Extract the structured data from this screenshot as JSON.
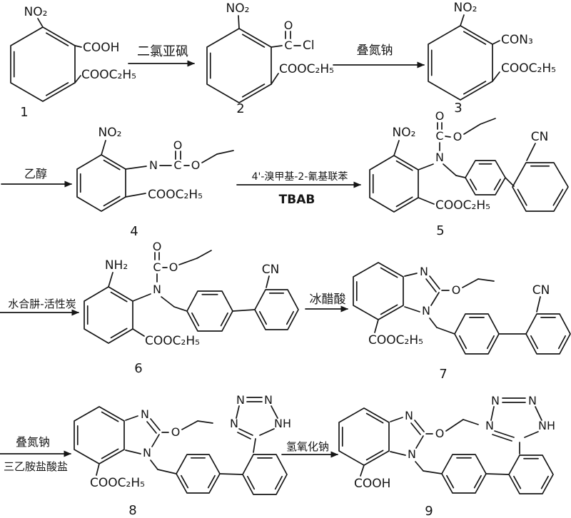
{
  "compounds": {
    "c1": {
      "no2": "NO₂",
      "cooh": "COOH",
      "ester": "COOC₂H₅",
      "num": "1"
    },
    "c2": {
      "no2": "NO₂",
      "c": "C",
      "o": "O",
      "cl": "Cl",
      "ester": "COOC₂H₅",
      "num": "2"
    },
    "c3": {
      "no2": "NO₂",
      "con3": "CON₃",
      "ester": "COOC₂H₅",
      "num": "3"
    },
    "c4": {
      "no2": "NO₂",
      "n": "N",
      "c": "C",
      "o_carbonyl": "O",
      "o_ester": "O",
      "ester": "COOC₂H₅",
      "num": "4"
    },
    "c5": {
      "no2": "NO₂",
      "n": "N",
      "c": "C",
      "o_carbonyl": "O",
      "o_ester": "O",
      "cn": "CN",
      "ester": "COOC₂H₅",
      "num": "5"
    },
    "c6": {
      "nh2": "NH₂",
      "n": "N",
      "c": "C",
      "o_carbonyl": "O",
      "o_ester": "O",
      "cn": "CN",
      "ester": "COOC₂H₅",
      "num": "6"
    },
    "c7": {
      "n_top": "N",
      "n_bottom": "N",
      "o": "O",
      "cn": "CN",
      "ester": "COOC₂H₅",
      "num": "7"
    },
    "c8": {
      "n_top": "N",
      "n_bottom": "N",
      "o": "O",
      "tz_n1": "N",
      "tz_n2": "N",
      "tz_n3": "N",
      "tz_nh": "NH",
      "ester": "COOC₂H₅",
      "num": "8"
    },
    "c9": {
      "n_top": "N",
      "n_bottom": "N",
      "o": "O",
      "tz_n1": "N",
      "tz_n2": "N",
      "tz_n3": "N",
      "tz_nh": "NH",
      "cooh": "COOH",
      "num": "9"
    }
  },
  "reagents": {
    "step1": {
      "above": "二氯亚砜"
    },
    "step2": {
      "above": "叠氮钠"
    },
    "step3": {
      "above": "乙醇"
    },
    "step4": {
      "above": "4'-溴甲基-2-氰基联苯",
      "below": "TBAB"
    },
    "step5": {
      "above": "水合肼-活性炭"
    },
    "step6": {
      "above": "冰醋酸"
    },
    "step7": {
      "above": "叠氮钠",
      "below": "三乙胺盐酸盐"
    },
    "step8": {
      "above": "氢氧化钠"
    }
  }
}
